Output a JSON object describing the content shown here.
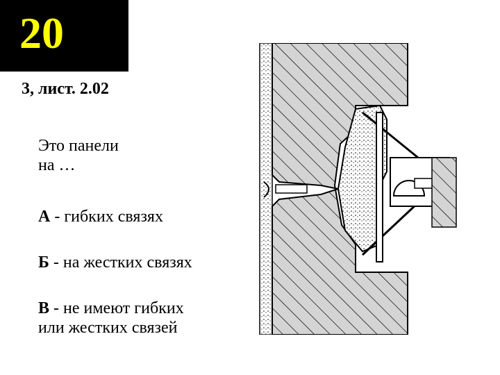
{
  "slide": {
    "number": "20",
    "sheet_ref": "3, лист. 2.02",
    "question_lines": [
      "Это панели",
      "на …"
    ],
    "options": [
      {
        "letter": "А",
        "text": " - гибких связях"
      },
      {
        "letter": "Б",
        "text": " - на жестких связях"
      },
      {
        "letter": "В",
        "text": " - не имеют гибких",
        "text2": "или жестких связей"
      }
    ]
  },
  "colors": {
    "number_box": "#000000",
    "number_text": "#ffff00",
    "drawing_fill": "#d4d4d4",
    "drawing_line": "#000000"
  }
}
